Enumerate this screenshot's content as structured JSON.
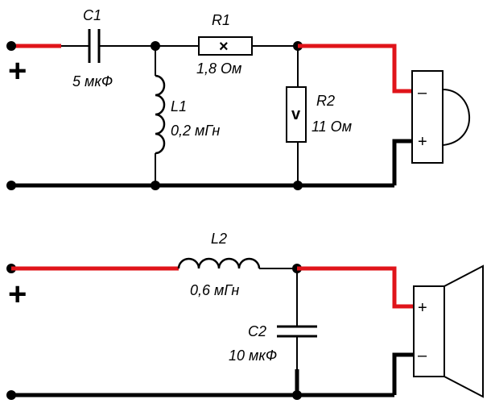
{
  "colors": {
    "wire": "#000000",
    "positive_wire": "#e0141a",
    "background": "#ffffff"
  },
  "circuit1": {
    "c1": {
      "name": "C1",
      "value": "5 мкФ"
    },
    "r1": {
      "name": "R1",
      "value": "1,8 Ом",
      "symbol": "×"
    },
    "l1": {
      "name": "L1",
      "value": "0,2 мГн"
    },
    "r2": {
      "name": "R2",
      "value": "11 Ом",
      "symbol": "v"
    },
    "input_sign": "+",
    "tweeter": {
      "top_terminal": "–",
      "bottom_terminal": "+"
    }
  },
  "circuit2": {
    "l2": {
      "name": "L2",
      "value": "0,6 мГн"
    },
    "c2": {
      "name": "C2",
      "value": "10 мкФ"
    },
    "input_sign": "+",
    "woofer": {
      "top_terminal": "+",
      "bottom_terminal": "–"
    }
  }
}
